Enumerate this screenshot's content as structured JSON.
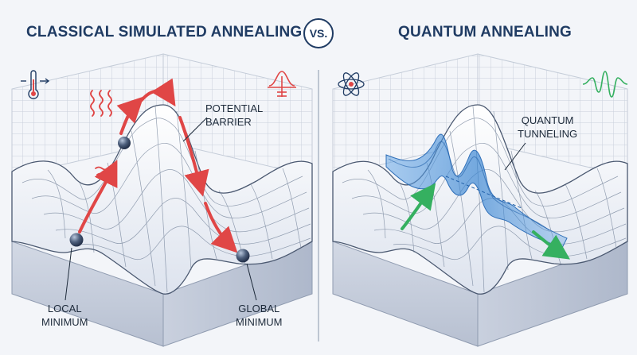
{
  "titles": {
    "left": "CLASSICAL SIMULATED ANNEALING",
    "vs": "VS.",
    "right": "QUANTUM ANNEALING"
  },
  "labels": {
    "potential_barrier": [
      "POTENTIAL",
      "BARRIER"
    ],
    "local_minimum": [
      "LOCAL",
      "MINIMUM"
    ],
    "global_minimum": [
      "GLOBAL",
      "MINIMUM"
    ],
    "quantum_tunneling": [
      "QUANTUM",
      "TUNNELING"
    ]
  },
  "icons": {
    "left_top_left": "thermometer-icon",
    "left_top_right": "boltzmann-distribution-icon",
    "right_top_left": "atom-icon",
    "right_top_right": "wavefunction-icon",
    "heat": "heat-waves-icon"
  },
  "colors": {
    "title": "#1f3b63",
    "classical_arrow": "#e04646",
    "quantum_arrow": "#35b060",
    "wave": "#4a90d6",
    "surface": "#e9edf5",
    "grid": "#5f6e86"
  }
}
